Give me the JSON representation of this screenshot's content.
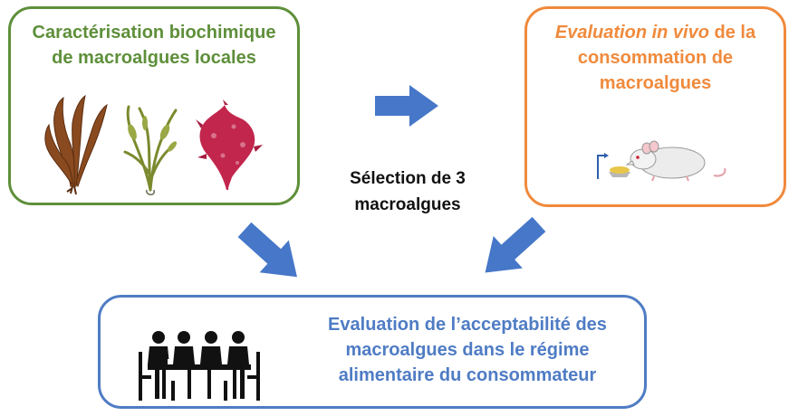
{
  "boxes": {
    "left": {
      "line1": "Caractérisation biochimique",
      "line2": "de macroalgues locales",
      "color": "#5e8f3a"
    },
    "right": {
      "line1_italic": "Evaluation in vivo",
      "line1_rest": " de la",
      "line2": "consommation de",
      "line3": "macroalgues",
      "color": "#f08a3c"
    },
    "bottom": {
      "line1": "Evaluation de l’acceptabilité des",
      "line2": "macroalgues dans le régime",
      "line3": "alimentaire du consommateur",
      "color": "#4f7cc4"
    }
  },
  "center": {
    "line1": "Sélection de 3",
    "line2": "macroalgues"
  },
  "icons": {
    "seaweeds": [
      "brown-seaweed-icon",
      "green-seaweed-icon",
      "red-seaweed-icon"
    ],
    "rat": "rat-icon",
    "meeting": "people-at-table-icon",
    "arrows": "arrow-icon"
  },
  "colors": {
    "arrow": "#4677c8",
    "brown_seaweed": "#8a4a1f",
    "green_seaweed": "#7b8a2e",
    "red_seaweed": "#c2264d",
    "food": "#e8c64a"
  }
}
